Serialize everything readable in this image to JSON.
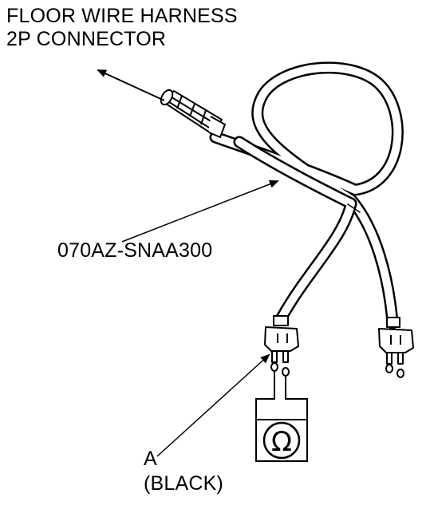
{
  "callouts": {
    "connector_line1": "FLOOR WIRE HARNESS",
    "connector_line2": "2P CONNECTOR",
    "harness_part_number": "070AZ-SNAA300",
    "lead_a_letter": "A",
    "lead_a_color": "(BLACK)"
  },
  "meter": {
    "symbol": "Ω",
    "symbol_icon": "ohmmeter-icon"
  },
  "colors": {
    "ink": "#000000",
    "background": "#ffffff"
  }
}
